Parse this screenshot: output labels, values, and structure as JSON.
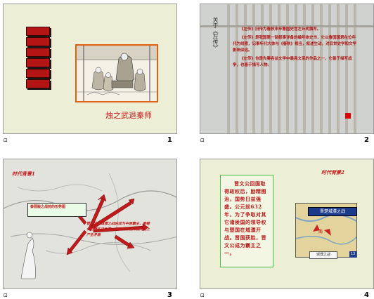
{
  "slides": [
    {
      "number": "1",
      "footer_icon": "notes-icon",
      "menu_items": [
        "",
        "",
        "",
        "",
        "",
        ""
      ],
      "caption": "烛之武退秦师"
    },
    {
      "number": "2",
      "footer_icon": "notes-icon",
      "side_title": "关于《左传》",
      "paragraphs": [
        "《左传》旧传为春秋末年鲁国史官左丘明撰写。",
        "《左传》是我国第一部叙事详备的编年体史书，它以鲁国国君在位年代为线索，记事年代大体与《春秋》相当，叙述生动，对后世史学和文学影响深远。",
        "《左传》也是先秦各派文学中最具文采的作品之一，它善于描写战争，也善于描写人物。"
      ]
    },
    {
      "number": "3",
      "footer_icon": "notes-icon",
      "title": "时代背景1",
      "callout": "秦晋殽之战前的形势图",
      "note": "晋文公在城濮之战后成为中原霸主，秦穆公也想东进争霸，秦晋两国在郑国问题上产生矛盾"
    },
    {
      "number": "4",
      "footer_icon": "notes-icon",
      "title": "时代背景2",
      "body": "晋文公回国取得政权后，励精图治，国势日益强盛。公元前632年，为了争取对其它诸侯国的领导权与楚国在城濮开战。晋国获胜，晋文公成为霸主之一。",
      "map_label": "晋楚城濮之战",
      "map_caption": "城濮之战",
      "map_num": "13"
    }
  ],
  "colors": {
    "accent_red": "#c31a1a",
    "menu_red": "#b31515",
    "slide_bg": "#ecefd6"
  }
}
